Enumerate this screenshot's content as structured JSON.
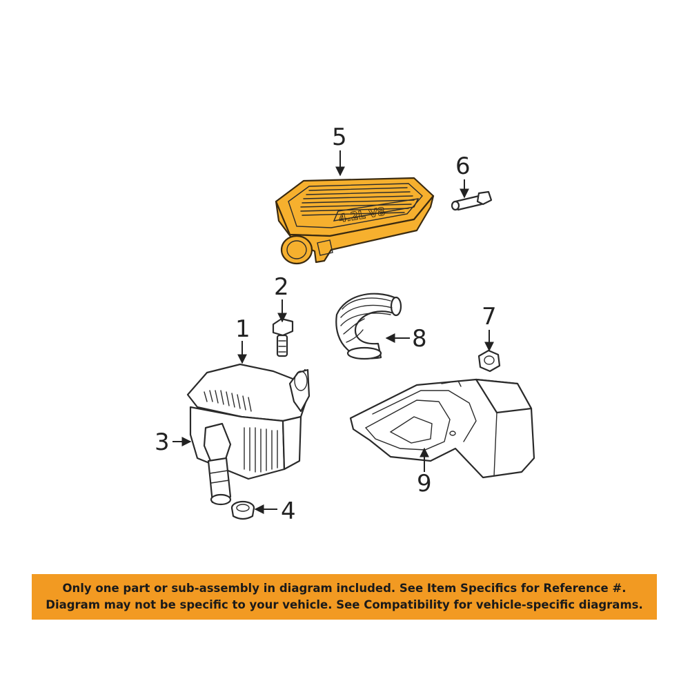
{
  "diagram": {
    "callouts": [
      "1",
      "2",
      "3",
      "4",
      "5",
      "6",
      "7",
      "8",
      "9"
    ],
    "highlight_color": "#f6b02e",
    "embossed_text": "4.2L V8"
  },
  "banner": {
    "line1": "Only one part or sub-assembly in diagram included. See Item Specifics for Reference #.",
    "line2": "Diagram may not be specific to your vehicle. See Compatibility for vehicle-specific diagrams.",
    "color": "#f29a22"
  }
}
